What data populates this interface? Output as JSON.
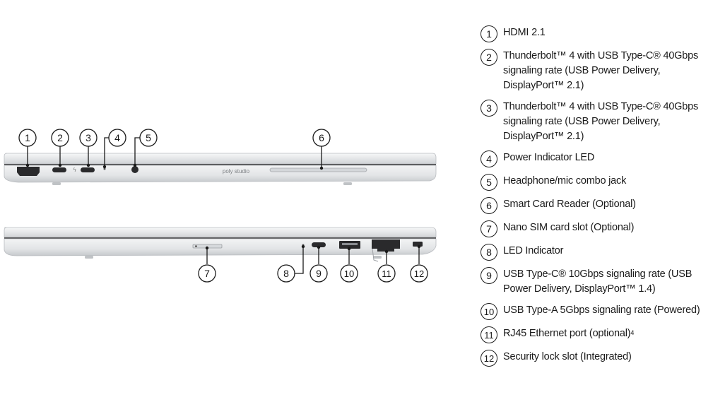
{
  "brand_label": "poly studio",
  "legend": [
    {
      "num": "1",
      "text": "HDMI 2.1",
      "sup": ""
    },
    {
      "num": "2",
      "text": "Thunderbolt™ 4 with USB Type-C® 40Gbps signaling rate (USB Power Delivery, DisplayPort™ 2.1)",
      "sup": ""
    },
    {
      "num": "3",
      "text": "Thunderbolt™ 4 with USB Type-C® 40Gbps signaling rate (USB Power Delivery, DisplayPort™ 2.1)",
      "sup": ""
    },
    {
      "num": "4",
      "text": "Power Indicator LED",
      "sup": ""
    },
    {
      "num": "5",
      "text": "Headphone/mic combo jack",
      "sup": ""
    },
    {
      "num": "6",
      "text": "Smart Card Reader (Optional)",
      "sup": ""
    },
    {
      "num": "7",
      "text": "Nano SIM card slot (Optional)",
      "sup": ""
    },
    {
      "num": "8",
      "text": "LED Indicator",
      "sup": ""
    },
    {
      "num": "9",
      "text": "USB Type-C® 10Gbps signaling rate (USB Power Delivery, DisplayPort™ 1.4)",
      "sup": ""
    },
    {
      "num": "10",
      "text": "USB Type-A 5Gbps signaling rate (Powered)",
      "sup": ""
    },
    {
      "num": "11",
      "text": "RJ45 Ethernet port (optional)",
      "sup": "4"
    },
    {
      "num": "12",
      "text": "Security lock slot (Integrated)",
      "sup": ""
    }
  ],
  "callouts_left_side": [
    "1",
    "2",
    "3",
    "4",
    "5",
    "6"
  ],
  "callouts_right_side": [
    "7",
    "8",
    "9",
    "10",
    "11",
    "12"
  ],
  "colors": {
    "chassis": "#e6e8ea",
    "chassis_edge": "#b9bcc0",
    "port": "#2a2a2c",
    "text": "#1a1a1a"
  }
}
